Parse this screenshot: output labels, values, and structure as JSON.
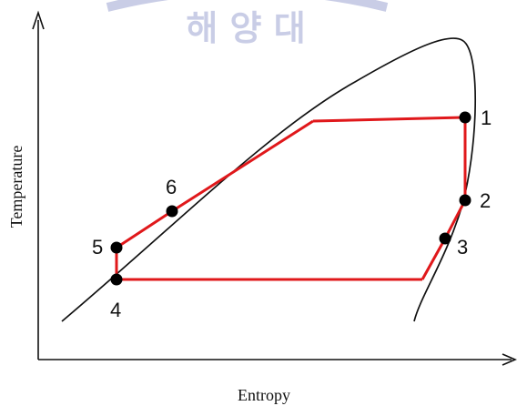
{
  "diagram": {
    "axes": {
      "x_label": "Entropy",
      "y_label": "Temperature"
    },
    "watermark": {
      "text": "해 양 대"
    },
    "points": [
      {
        "id": "p1",
        "label": "1"
      },
      {
        "id": "p2",
        "label": "2"
      },
      {
        "id": "p3",
        "label": "3"
      },
      {
        "id": "p4",
        "label": "4"
      },
      {
        "id": "p5",
        "label": "5"
      },
      {
        "id": "p6",
        "label": "6"
      }
    ],
    "colors": {
      "cycle": "#e0181b",
      "dome": "#111111",
      "axis": "#111111",
      "point": "#000000",
      "watermark": "#c9cde6"
    }
  }
}
